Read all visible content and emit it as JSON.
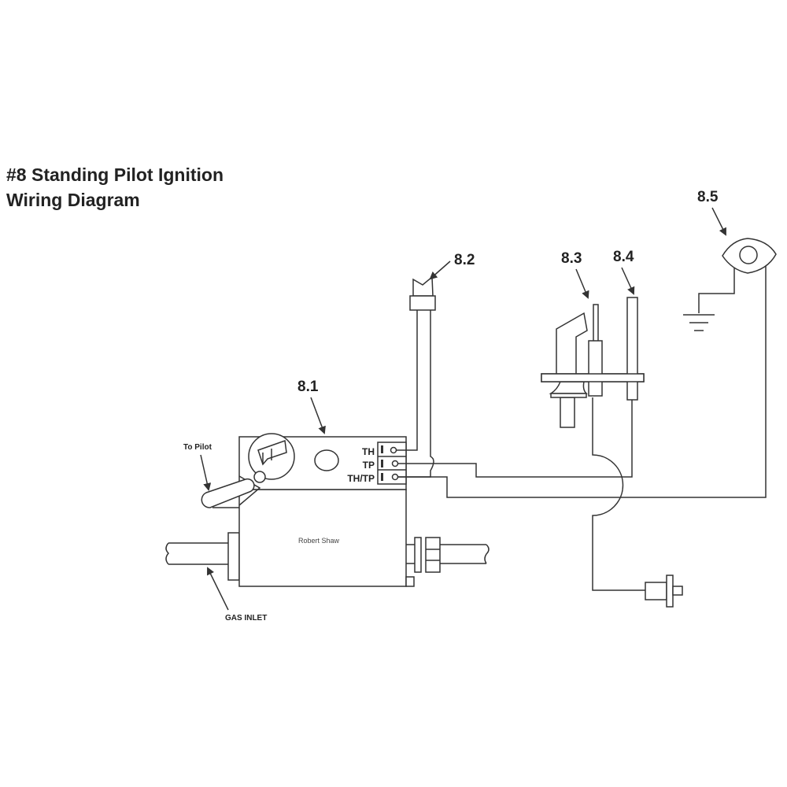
{
  "title": {
    "line1": "#8 Standing Pilot Ignition",
    "line2": "Wiring Diagram"
  },
  "callouts": {
    "c81": "8.1",
    "c82": "8.2",
    "c83": "8.3",
    "c84": "8.4",
    "c85": "8.5"
  },
  "valve": {
    "brand": "Robert Shaw",
    "terminals": [
      "TH",
      "TP",
      "TH/TP"
    ]
  },
  "labels": {
    "to_pilot": "To Pilot",
    "gas_inlet": "GAS INLET"
  }
}
